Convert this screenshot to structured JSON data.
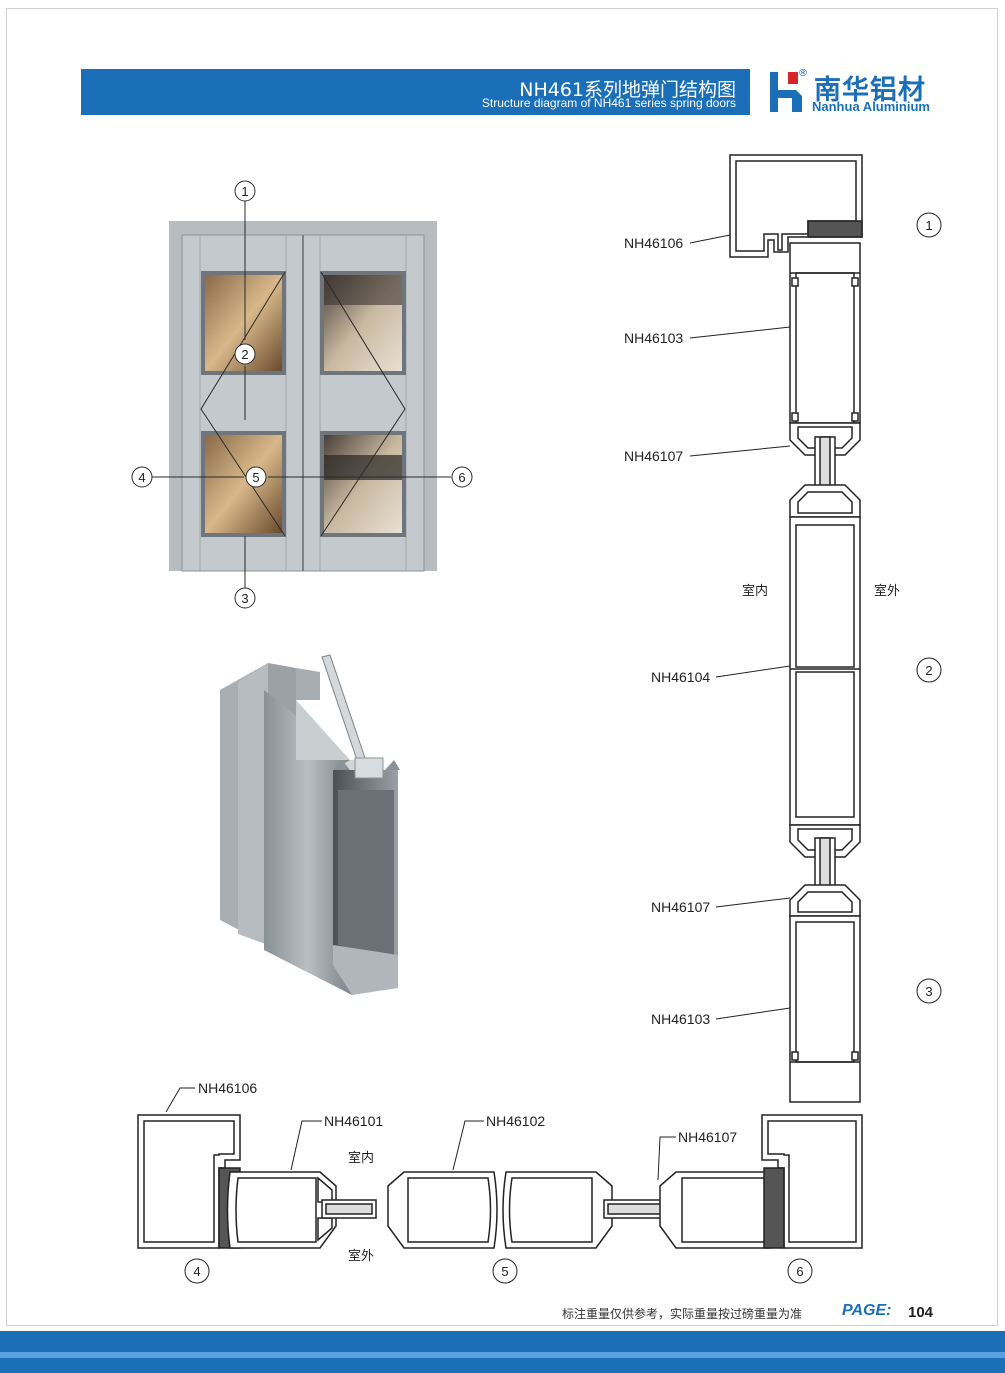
{
  "header": {
    "title_cn": "NH461系列地弹门结构图",
    "title_en": "Structure diagram of NH461 series spring doors"
  },
  "brand": {
    "name_cn": "南华铝材",
    "name_en": "Nanhua Aluminium",
    "registered": "®",
    "color": "#1b6fb8"
  },
  "door_callouts": [
    "1",
    "2",
    "3",
    "4",
    "5",
    "6"
  ],
  "vertical_section": {
    "markers": [
      "1",
      "2",
      "3"
    ],
    "parts": [
      "NH46106",
      "NH46103",
      "NH46107",
      "NH46104",
      "NH46107",
      "NH46103"
    ],
    "side_in": "室内",
    "side_out": "室外"
  },
  "horizontal_section": {
    "markers": [
      "4",
      "5",
      "6"
    ],
    "parts": [
      "NH46106",
      "NH46101",
      "NH46102",
      "NH46107"
    ],
    "side_in": "室内",
    "side_out": "室外"
  },
  "footer": {
    "note": "标注重量仅供参考，实际重量按过磅重量为准",
    "page_word": "PAGE:",
    "page_number": "104"
  }
}
